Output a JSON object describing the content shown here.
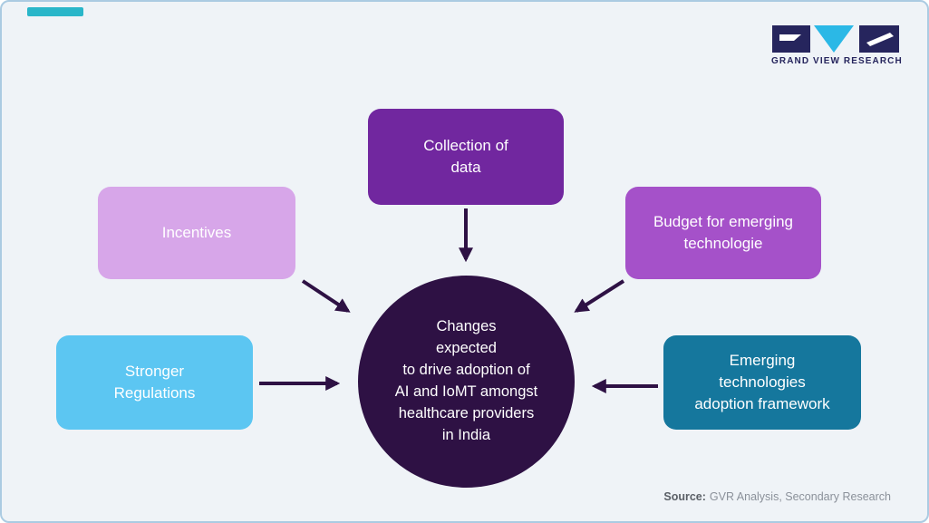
{
  "brand": {
    "name": "GRAND VIEW RESEARCH",
    "dark_color": "#26255d",
    "cyan_color": "#2bb8e6"
  },
  "accent": {
    "teal_bar_color": "#29b6c9"
  },
  "center": {
    "label": "Changes\nexpected\nto drive adoption of\nAI and IoMT amongst\nhealthcare providers\nin India",
    "bg": "#2e1144"
  },
  "nodes": [
    {
      "id": "collection-of-data",
      "label": "Collection of\ndata",
      "bg": "#71279f"
    },
    {
      "id": "incentives",
      "label": "Incentives",
      "bg": "#d7a6e9"
    },
    {
      "id": "budget-for-emerging-technologie",
      "label": "Budget for emerging\ntechnologie",
      "bg": "#a551c9"
    },
    {
      "id": "stronger-regulations",
      "label": "Stronger\nRegulations",
      "bg": "#5cc6f2"
    },
    {
      "id": "emerging-technologies-adoption-framework",
      "label": "Emerging\ntechnologies\nadoption framework",
      "bg": "#15779d"
    }
  ],
  "arrows": {
    "color": "#2e1144"
  },
  "footer": {
    "source_label": "Source:",
    "source_text": "GVR Analysis, Secondary Research"
  }
}
